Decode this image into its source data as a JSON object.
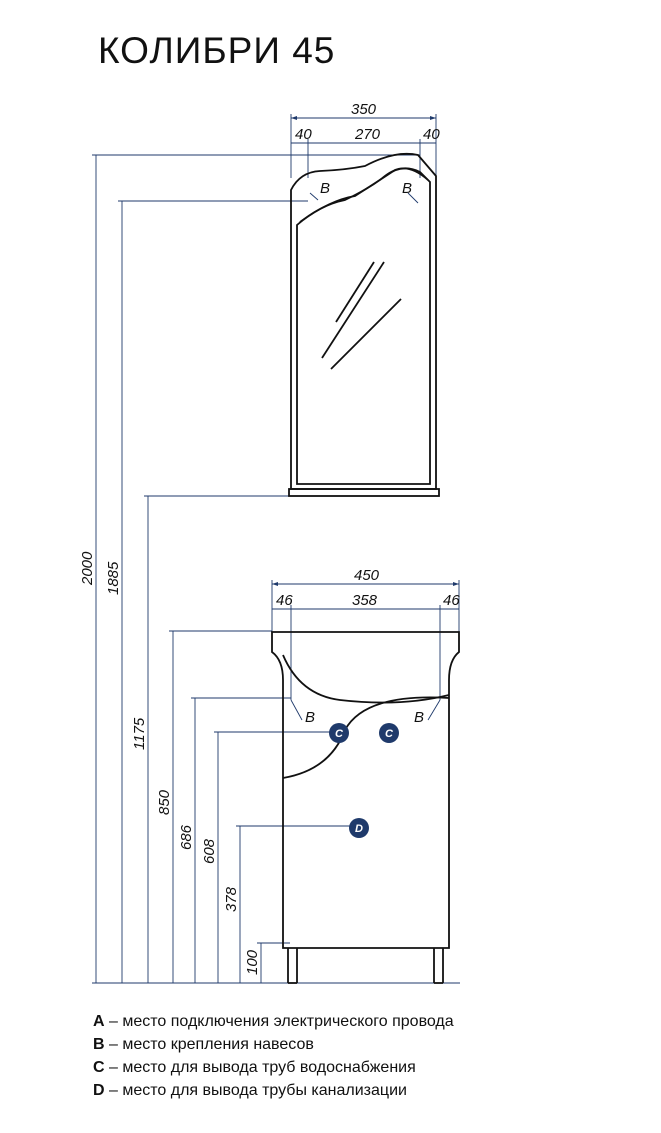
{
  "title": "КОЛИБРИ  45",
  "mirror_dims": {
    "total_width": "350",
    "left_margin": "40",
    "inner_width": "270",
    "right_margin": "40"
  },
  "cabinet_dims": {
    "total_width": "450",
    "left_margin": "46",
    "inner_width": "358",
    "right_margin": "46"
  },
  "height_dims": [
    "2000",
    "1885",
    "1175",
    "850",
    "686",
    "608",
    "378",
    "100"
  ],
  "markers": {
    "B": "B",
    "C": "C",
    "D": "D"
  },
  "legend": [
    {
      "letter": "A",
      "text": " – место подключения электрического провода"
    },
    {
      "letter": "B",
      "text": " – место крепления навесов"
    },
    {
      "letter": "C",
      "text": " – место для вывода труб водоснабжения"
    },
    {
      "letter": "D",
      "text": " – место для вывода трубы канализации"
    }
  ]
}
